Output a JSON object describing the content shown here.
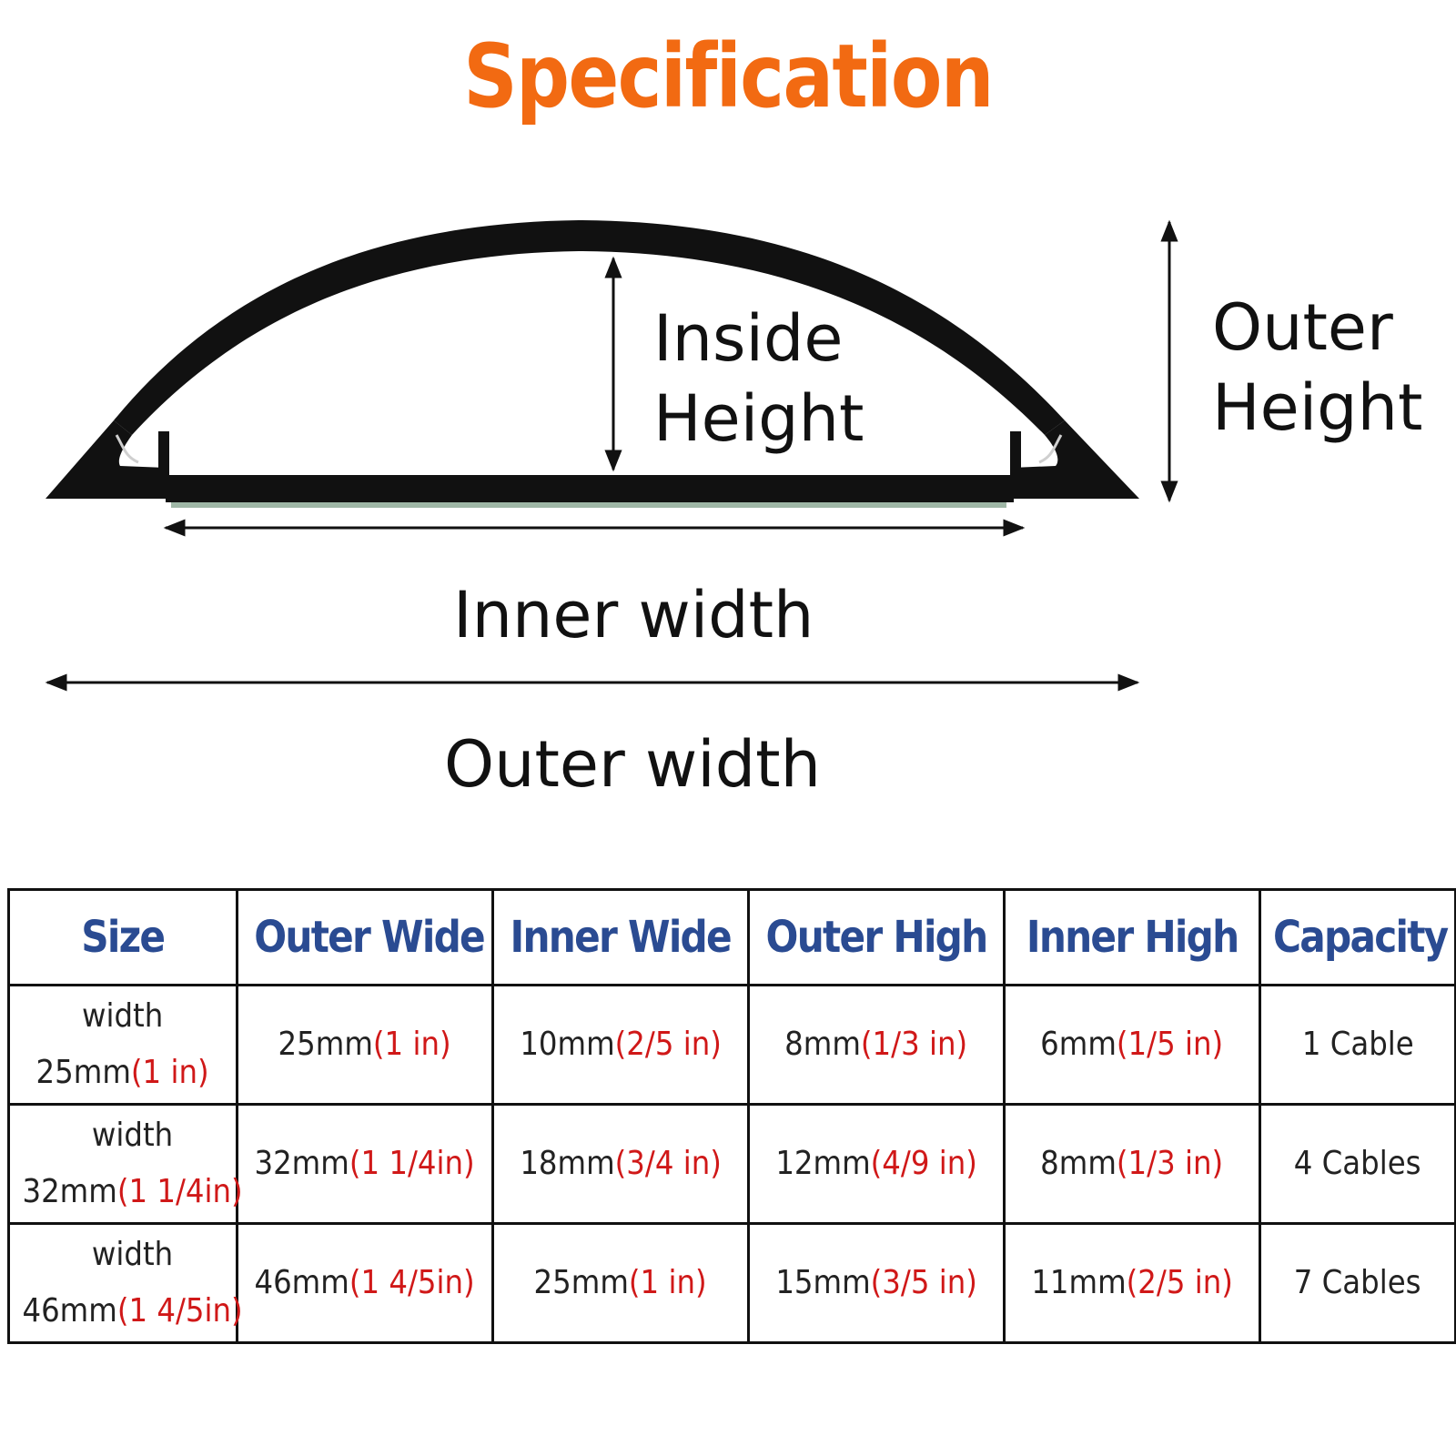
{
  "title": "Specification",
  "diagram": {
    "inside_height": [
      "Inside",
      "Height"
    ],
    "outer_height": [
      "Outer",
      "Height"
    ],
    "inner_width": "Inner width",
    "outer_width": "Outer width"
  },
  "table": {
    "headers": [
      "Size",
      "Outer Wide",
      "Inner Wide",
      "Outer High",
      "Inner High",
      "Capacity"
    ],
    "rows": [
      {
        "size_label": "width",
        "size_mm": "25mm",
        "size_in": "(1 in)",
        "outer_wide_mm": "25mm",
        "outer_wide_in": "(1 in)",
        "inner_wide_mm": "10mm",
        "inner_wide_in": "(2/5 in)",
        "outer_high_mm": "8mm",
        "outer_high_in": "(1/3 in)",
        "inner_high_mm": "6mm",
        "inner_high_in": "(1/5 in)",
        "capacity": "1 Cable"
      },
      {
        "size_label": "width",
        "size_mm": "32mm",
        "size_in": "(1 1/4in)",
        "outer_wide_mm": "32mm",
        "outer_wide_in": "(1 1/4in)",
        "inner_wide_mm": "18mm",
        "inner_wide_in": "(3/4 in)",
        "outer_high_mm": "12mm",
        "outer_high_in": "(4/9 in)",
        "inner_high_mm": "8mm",
        "inner_high_in": "(1/3 in)",
        "capacity": "4 Cables"
      },
      {
        "size_label": "width",
        "size_mm": "46mm",
        "size_in": "(1 4/5in)",
        "outer_wide_mm": "46mm",
        "outer_wide_in": "(1 4/5in)",
        "inner_wide_mm": "25mm",
        "inner_wide_in": "(1 in)",
        "outer_high_mm": "15mm",
        "outer_high_in": "(3/5 in)",
        "inner_high_mm": "11mm",
        "inner_high_in": "(2/5 in)",
        "capacity": "7 Cables"
      }
    ]
  },
  "colors": {
    "title": "#f26a12",
    "header_text": "#2a4b92",
    "inch_text": "#d01818",
    "profile": "#111111"
  }
}
